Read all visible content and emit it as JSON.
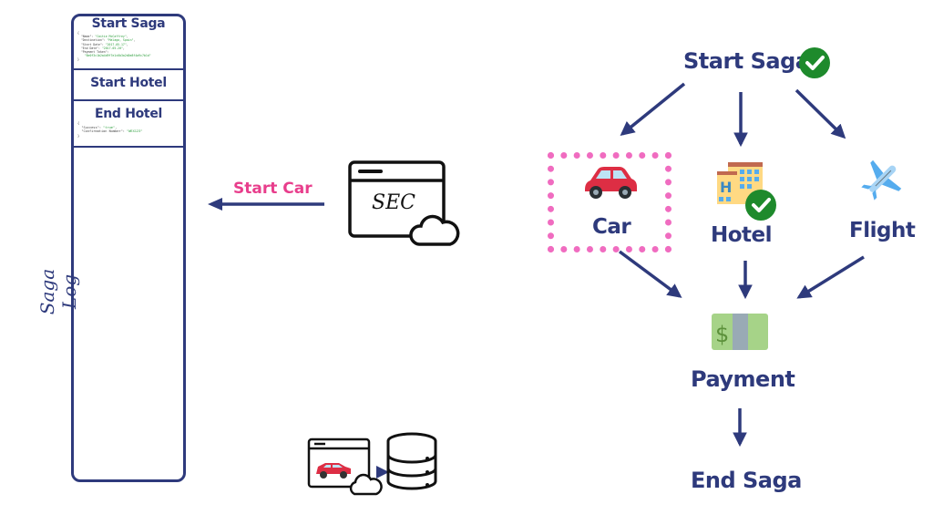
{
  "saga_log": {
    "label": "Saga Log",
    "entries": [
      {
        "title": "Start Saga",
        "payload_lines": [
          "{",
          "  \"Name\": \"Caitie McCaffrey\",",
          "  \"Destination\": \"Malaga, Spain\",",
          "  \"Start Date\": \"2017-05-17\",",
          "  \"End Date\": \"2017-05-20\",",
          "  \"Payment Token\":",
          "    \"8e0f3c1b2a4d9f7e1c6b3a2d0e8f4a9c7b1d\"",
          "}"
        ]
      },
      {
        "title": "Start Hotel",
        "payload_lines": []
      },
      {
        "title": "End Hotel",
        "payload_lines": [
          "{",
          "  \"Success\": \"true\",",
          "  \"Confirmation Number\": \"WEX123\"",
          "}"
        ]
      }
    ]
  },
  "sec": {
    "label": "SEC",
    "action_label": "Start Car"
  },
  "graph": {
    "start": {
      "label": "Start Saga",
      "status": "completed",
      "status_icon": "check-circle-icon"
    },
    "tasks": [
      {
        "label": "Car",
        "icon": "car-icon",
        "status": "in-progress",
        "highlighted": true
      },
      {
        "label": "Hotel",
        "icon": "hotel-icon",
        "status": "completed",
        "status_icon": "check-circle-icon"
      },
      {
        "label": "Flight",
        "icon": "airplane-icon",
        "status": "pending"
      }
    ],
    "payment": {
      "label": "Payment",
      "icon": "money-icon"
    },
    "end": {
      "label": "End Saga"
    }
  },
  "service": {
    "icons": [
      "car-service-window-icon",
      "cloud-icon",
      "database-icon"
    ]
  },
  "colors": {
    "primary": "#2e3a7c",
    "highlight": "#f06cc0",
    "accent_text": "#e83e8c",
    "success": "#1e8a2c"
  }
}
